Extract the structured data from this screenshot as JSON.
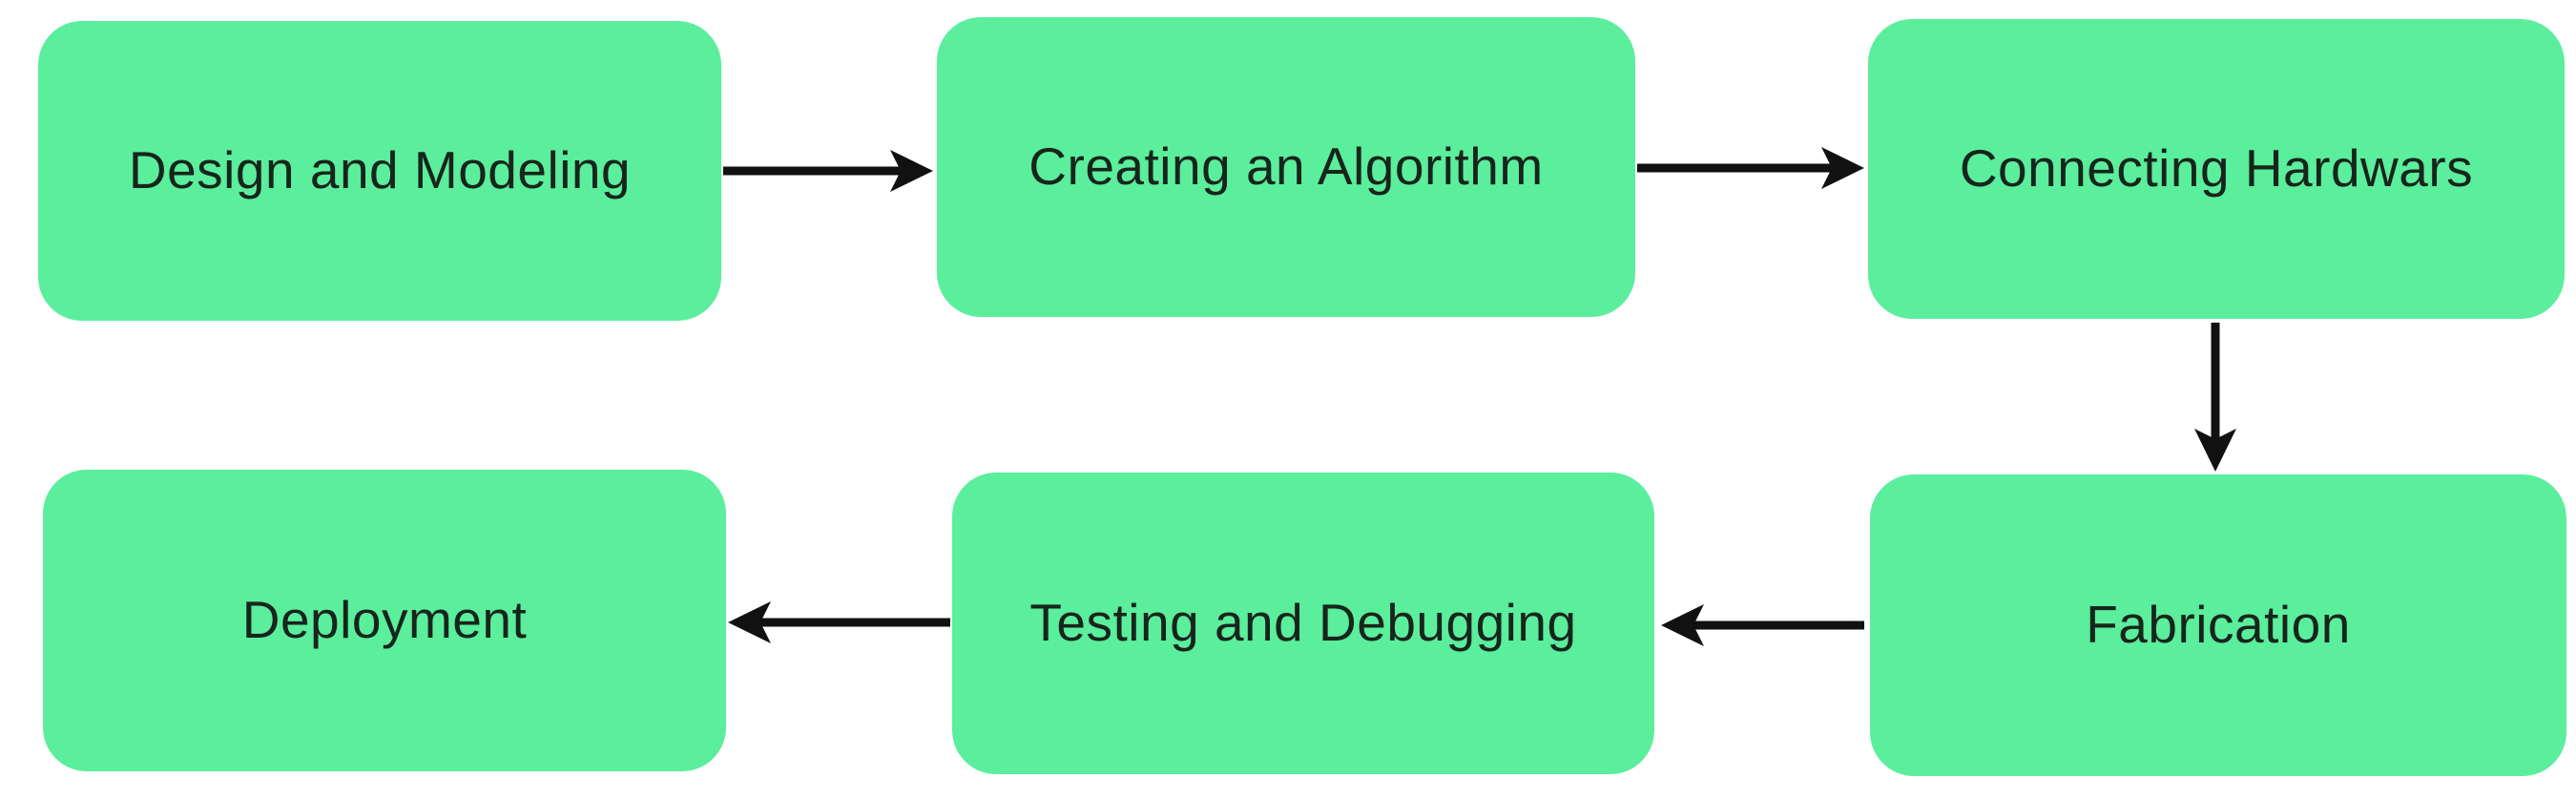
{
  "diagram": {
    "type": "flowchart",
    "nodes": [
      {
        "id": "design",
        "label": "Design and Modeling",
        "row": 1,
        "col": 1
      },
      {
        "id": "algorithm",
        "label": "Creating an Algorithm",
        "row": 1,
        "col": 2
      },
      {
        "id": "hardware",
        "label": "Connecting Hardwars",
        "row": 1,
        "col": 3
      },
      {
        "id": "fabrication",
        "label": "Fabrication",
        "row": 2,
        "col": 3
      },
      {
        "id": "testing",
        "label": "Testing and Debugging",
        "row": 2,
        "col": 2
      },
      {
        "id": "deployment",
        "label": "Deployment",
        "row": 2,
        "col": 1
      }
    ],
    "edges": [
      {
        "from": "Design and Modeling",
        "to": "Creating an Algorithm",
        "direction": "right"
      },
      {
        "from": "Creating an Algorithm",
        "to": "Connecting Hardwars",
        "direction": "right"
      },
      {
        "from": "Connecting Hardwars",
        "to": "Fabrication",
        "direction": "down"
      },
      {
        "from": "Fabrication",
        "to": "Testing and Debugging",
        "direction": "left"
      },
      {
        "from": "Testing and Debugging",
        "to": "Deployment",
        "direction": "left"
      }
    ],
    "colors": {
      "node_fill": "#5bee9c",
      "node_text": "#17251c",
      "arrow": "#111111",
      "background": "#ffffff"
    }
  }
}
